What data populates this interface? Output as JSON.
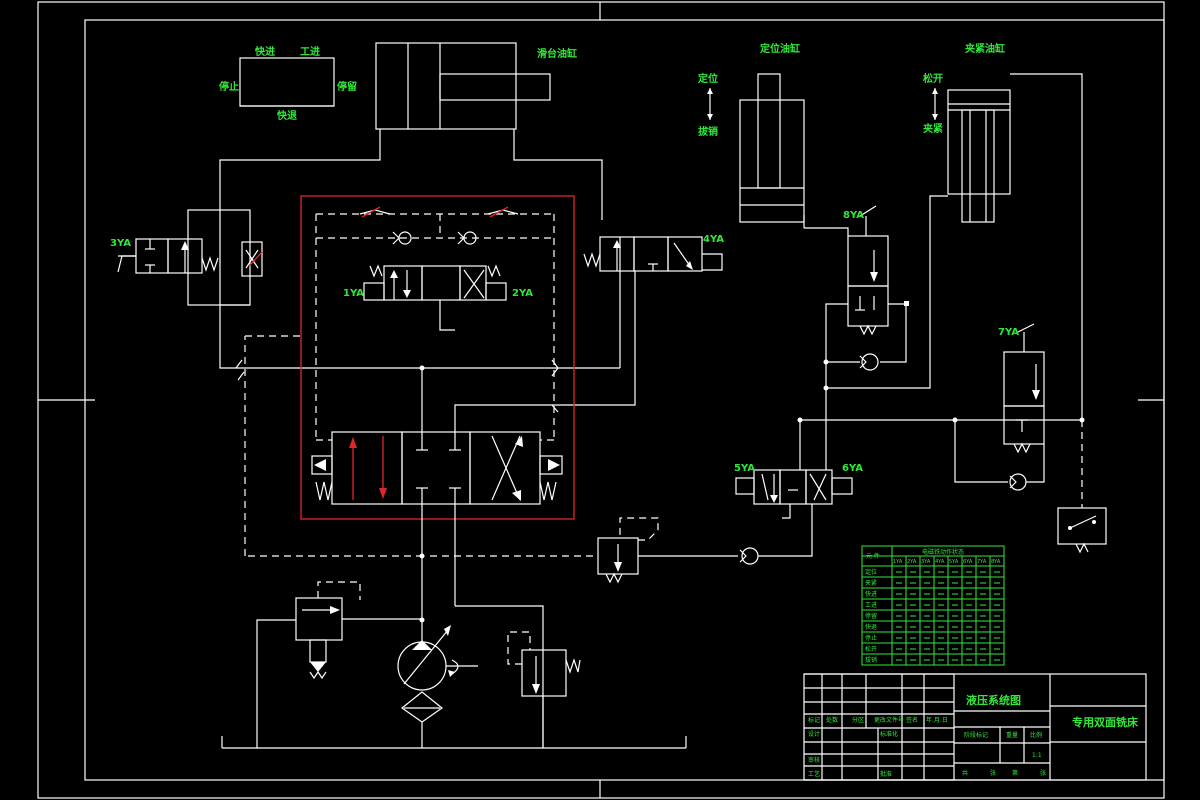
{
  "labels": {
    "fast_forward": "快进",
    "work_feed": "工进",
    "stop": "停止",
    "dwell": "停留",
    "fast_return": "快退",
    "slide_cylinder": "滑台油缸",
    "locating_cylinder": "定位油缸",
    "clamp_cylinder": "夹紧油缸",
    "locate": "定位",
    "release_locate": "拔销",
    "loosen": "松开",
    "clamp": "夹紧",
    "sol_1ya": "1YA",
    "sol_2ya": "2YA",
    "sol_3ya": "3YA",
    "sol_4ya": "4YA",
    "sol_5ya": "5YA",
    "sol_6ya": "6YA",
    "sol_7ya": "7YA",
    "sol_8ya": "8YA"
  },
  "solenoid_table": {
    "header_left": "元 件",
    "header_right": "电磁铁动作状态",
    "columns": [
      "1YA",
      "2YA",
      "3YA",
      "4YA",
      "5YA",
      "6YA",
      "7YA",
      "8YA"
    ],
    "rows": [
      "定位",
      "夹紧",
      "快进",
      "工进",
      "停留",
      "快退",
      "停止",
      "松开",
      "拔销"
    ]
  },
  "title_block": {
    "drawing_title": "液压系统图",
    "product_name": "专用双面铣床",
    "scale": "1:1",
    "marks": "标记",
    "count": "处数",
    "zone": "分区",
    "change_doc": "更改文件号",
    "signature": "签名",
    "date": "年.月.日",
    "design": "设计",
    "standardize": "标准化",
    "stage_mark": "阶段标记",
    "weight": "重量",
    "ratio": "比例",
    "review": "审核",
    "process": "工艺",
    "approve": "批准",
    "sheet_total": "共",
    "sheet": "张",
    "sheet_no": "第",
    "sheet2": "张"
  }
}
